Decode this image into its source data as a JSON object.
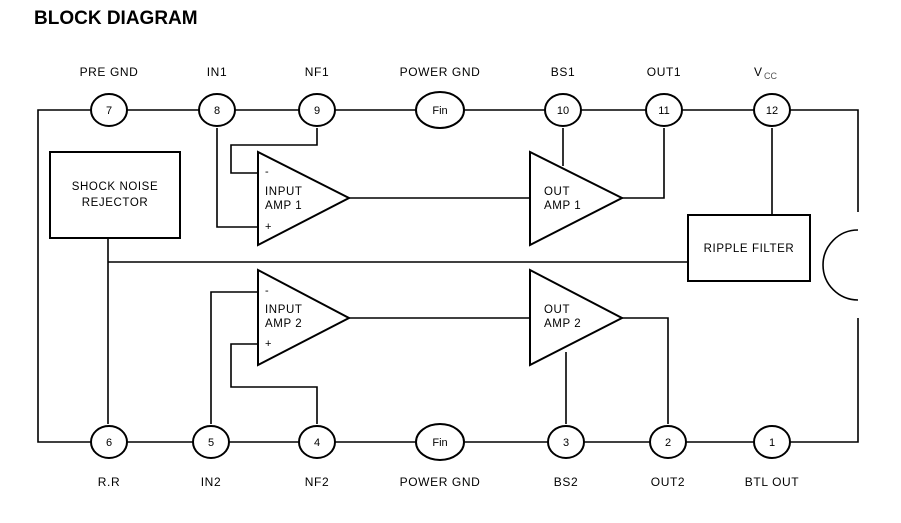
{
  "title": "BLOCK DIAGRAM",
  "top_pins": [
    {
      "label": "PRE GND",
      "number": "7"
    },
    {
      "label": "IN1",
      "number": "8"
    },
    {
      "label": "NF1",
      "number": "9"
    },
    {
      "label": "POWER GND",
      "number": "Fin"
    },
    {
      "label": "BS1",
      "number": "10"
    },
    {
      "label": "OUT1",
      "number": "11"
    },
    {
      "label": "V",
      "label_sub": "CC",
      "number": "12"
    }
  ],
  "bottom_pins": [
    {
      "label": "R.R",
      "number": "6"
    },
    {
      "label": "IN2",
      "number": "5"
    },
    {
      "label": "NF2",
      "number": "4"
    },
    {
      "label": "POWER GND",
      "number": "Fin"
    },
    {
      "label": "BS2",
      "number": "3"
    },
    {
      "label": "OUT2",
      "number": "2"
    },
    {
      "label": "BTL OUT",
      "number": "1"
    }
  ],
  "blocks": {
    "shock_noise_line1": "SHOCK NOISE",
    "shock_noise_line2": "REJECTOR",
    "input_amp1_line1": "INPUT",
    "input_amp1_line2": "AMP 1",
    "input_amp2_line1": "INPUT",
    "input_amp2_line2": "AMP 2",
    "out_amp1_line1": "OUT",
    "out_amp1_line2": "AMP 1",
    "out_amp2_line1": "OUT",
    "out_amp2_line2": "AMP 2",
    "ripple_filter": "RIPPLE FILTER"
  },
  "signs": {
    "minus": "-",
    "plus": "+"
  }
}
